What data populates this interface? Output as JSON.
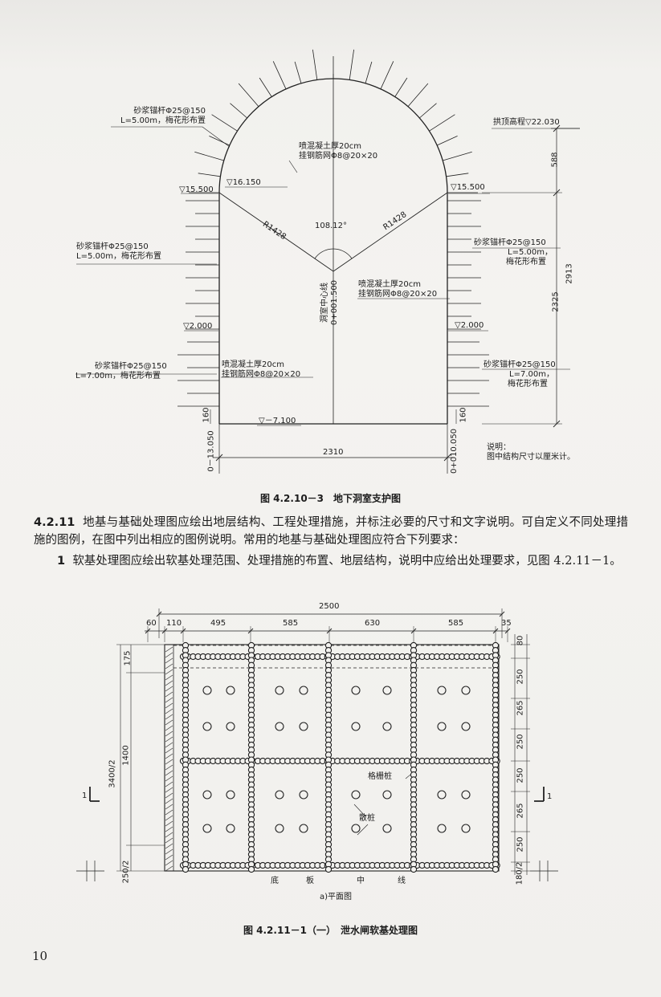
{
  "figure1": {
    "caption": "图 4.2.10－3　地下洞室支护图",
    "anchor_left_top_1": "砂浆锚杆Φ25@150",
    "anchor_left_top_2": "L=5.00m，梅花形布置",
    "shotcrete_top_1": "喷混凝土厚20cm",
    "shotcrete_top_2": "挂钢筋网Φ8@20×20",
    "crown_elev": "拱顶高程▽22.030",
    "dim_588": "588",
    "elev_16150": "▽16.150",
    "elev_15500_left": "▽15.500",
    "elev_15500_right": "▽15.500",
    "r_left": "R1428",
    "r_right": "R1428",
    "angle": "108.12°",
    "anchor_left_mid_1": "砂浆锚杆Φ25@150",
    "anchor_left_mid_2": "L=5.00m，梅花形布置",
    "anchor_right_mid_1": "砂浆锚杆Φ25@150",
    "anchor_right_mid_2": "L=5.00m，",
    "anchor_right_mid_3": "梅花形布置",
    "dim_2913": "2913",
    "centerline_1": "洞室中心线",
    "centerline_2": "0+001.500",
    "shotcrete_mid_1": "喷混凝土厚20cm",
    "shotcrete_mid_2": "挂钢筋网Φ8@20×20",
    "dim_2325": "2325",
    "elev_2000_left": "▽2.000",
    "elev_2000_right": "▽2.000",
    "anchor_left_bot_1": "砂浆锚杆Φ25@150",
    "anchor_left_bot_2": "L=7.00m，梅花形布置",
    "shotcrete_bot_1": "喷混凝土厚20cm",
    "shotcrete_bot_2": "挂钢筋网Φ8@20×20",
    "anchor_right_bot_1": "砂浆锚杆Φ25@150",
    "anchor_right_bot_2": "L=7.00m，",
    "anchor_right_bot_3": "梅花形布置",
    "dim_160_left": "160",
    "dim_160_right": "160",
    "elev_floor": "▽－7.100",
    "station_left": "0－13.050",
    "station_right": "0+010.050",
    "dim_2310": "2310",
    "note_title": "说明：",
    "note_body": "图中结构尺寸以厘米计。"
  },
  "paragraphs": {
    "p1_num": "4.2.11",
    "p1_text": "地基与基础处理图应绘出地层结构、工程处理措施，并标注必要的尺寸和文字说明。可自定义不同处理措施的图例，在图中列出相应的图例说明。常用的地基与基础处理图应符合下列要求：",
    "p2_num": "1",
    "p2_text": "软基处理图应绘出软基处理范围、处理措施的布置、地层结构，说明中应给出处理要求，见图 4.2.11－1。"
  },
  "figure2": {
    "caption": "图 4.2.11－1（一）　泄水闸软基处理图",
    "subcaption": "a)平面图",
    "dim_total": "2500",
    "dims_top": [
      "60",
      "110",
      "495",
      "585",
      "630",
      "585",
      "35"
    ],
    "dims_left": [
      "175",
      "1400",
      "250/2"
    ],
    "dim_left_total": "3400/2",
    "dims_right": [
      "80",
      "250",
      "265",
      "250",
      "250",
      "265",
      "250",
      "180/2"
    ],
    "section_left": "1",
    "section_right": "1",
    "label_grid_pile": "格栅桩",
    "label_loose_pile": "散桩",
    "bottom_chars": [
      "底",
      "板",
      "中",
      "线"
    ]
  },
  "page_number": "10"
}
